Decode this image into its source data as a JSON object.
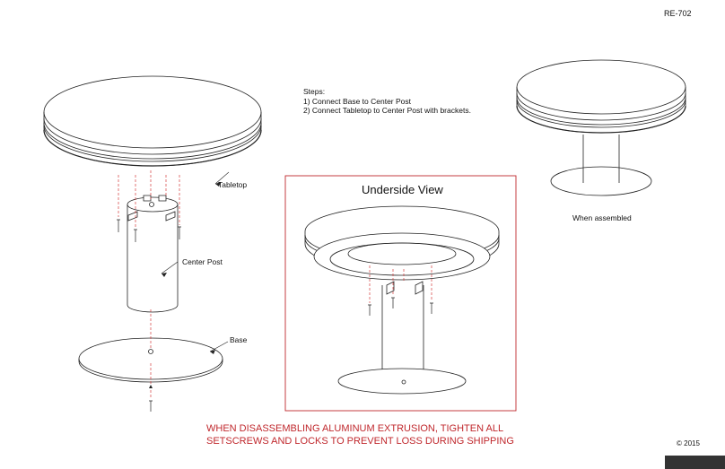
{
  "document_id": "RE-702",
  "steps": {
    "heading": "Steps:",
    "items": [
      "1) Connect Base to Center Post",
      "2) Connect Tabletop to Center Post with brackets."
    ]
  },
  "labels": {
    "tabletop": "Tabletop",
    "center_post": "Center Post",
    "base": "Base",
    "when_assembled": "When assembled",
    "underside_view": "Underside View"
  },
  "warning": {
    "line1": "WHEN DISASSEMBLING ALUMINUM EXTRUSION, TIGHTEN ALL",
    "line2": "SETSCREWS AND LOCKS TO PREVENT LOSS DURING SHIPPING"
  },
  "copyright": "© 2015",
  "colors": {
    "warning_text": "#c0282d",
    "guide_lines": "#d33a3a",
    "drawing": "#222222",
    "frame": "#c0282d"
  }
}
